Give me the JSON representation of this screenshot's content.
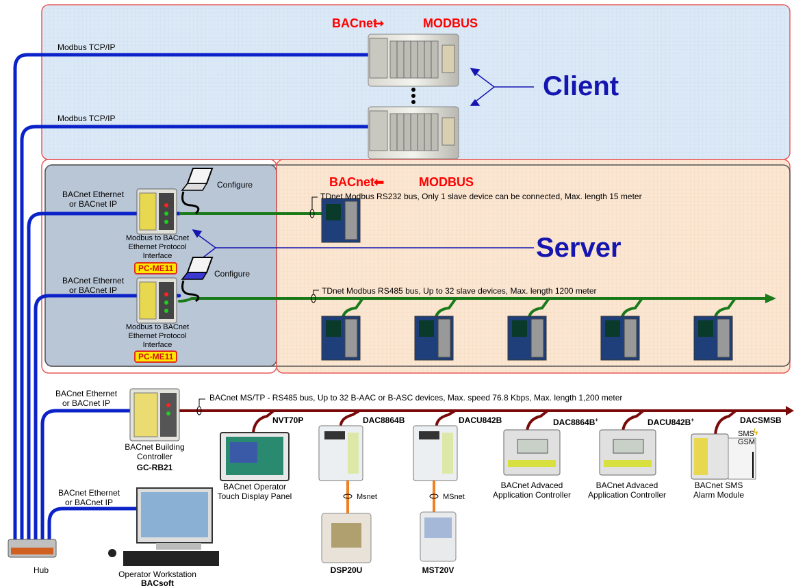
{
  "client_zone": {
    "heading_left": "BACnet",
    "heading_right": "MODBUS",
    "label": "Client",
    "links": [
      "Modbus TCP/IP",
      "Modbus TCP/IP"
    ]
  },
  "server_zone": {
    "heading_left": "BACnet",
    "heading_right": "MODBUS",
    "label": "Server",
    "rs232_bus": "TDnet Modbus RS232 bus, Only 1 slave device can be connected, Max. length 15 meter",
    "rs485_bus": "TDnet Modbus RS485 bus, Up to 32 slave devices, Max. length 1200 meter"
  },
  "gateways": [
    {
      "link_line1": "BACnet Ethernet",
      "link_line2": "or BACnet IP",
      "configure": "Configure",
      "desc_line1": "Modbus to BACnet",
      "desc_line2": "Ethernet Protocol",
      "desc_line3": "Interface",
      "model": "PC-ME11"
    },
    {
      "link_line1": "BACnet Ethernet",
      "link_line2": "or BACnet IP",
      "configure": "Configure",
      "desc_line1": "Modbus to BACnet",
      "desc_line2": "Ethernet Protocol",
      "desc_line3": "Interface",
      "model": "PC-ME11"
    }
  ],
  "controller": {
    "link_line1": "BACnet Ethernet",
    "link_line2": "or BACnet IP",
    "desc_line1": "BACnet Building",
    "desc_line2": "Controller",
    "model": "GC-RB21"
  },
  "mstp_bus": "BACnet MS/TP - RS485 bus, Up to 32 B-AAC or B-ASC devices, Max. speed 76.8 Kbps, Max. length 1,200 meter",
  "mstp_devices": [
    {
      "model": "NVT70P",
      "sup": "",
      "desc_line1": "BACnet Operator",
      "desc_line2": "Touch Display Panel"
    },
    {
      "model": "DAC8864B",
      "sup": "",
      "desc_line1": "",
      "desc_line2": ""
    },
    {
      "model": "DACU842B",
      "sup": "",
      "desc_line1": "",
      "desc_line2": ""
    },
    {
      "model": "DAC8864B",
      "sup": "+",
      "desc_line1": "BACnet Advaced",
      "desc_line2": "Application Controller"
    },
    {
      "model": "DACU842B",
      "sup": "+",
      "desc_line1": "BACnet Advaced",
      "desc_line2": "Application Controller"
    },
    {
      "model": "DACSMSB",
      "sup": "",
      "desc_line1": "BACnet SMS",
      "desc_line2": "Alarm Module",
      "badge_line1": "SMS",
      "badge_line2": "GSM"
    }
  ],
  "msnet": [
    {
      "label": "Msnet",
      "device": "DSP20U"
    },
    {
      "label": "MSnet",
      "device": "MST20V"
    }
  ],
  "workstation": {
    "link_line1": "BACnet Ethernet",
    "link_line2": "or BACnet IP",
    "desc": "Operator Workstation",
    "model": "BACsoft"
  },
  "hub": {
    "label": "Hub"
  },
  "colors": {
    "ethernet": "#0a22c8",
    "modbus_bus": "#1a7a1a",
    "mstp_bus": "#7a0a0a",
    "msnet": "#f08020",
    "client_bg": "#dbe9f7",
    "server_bg": "#fbe6d2",
    "gateway_bg": "#b9c6d6",
    "zone_border": "#e85a5a"
  }
}
